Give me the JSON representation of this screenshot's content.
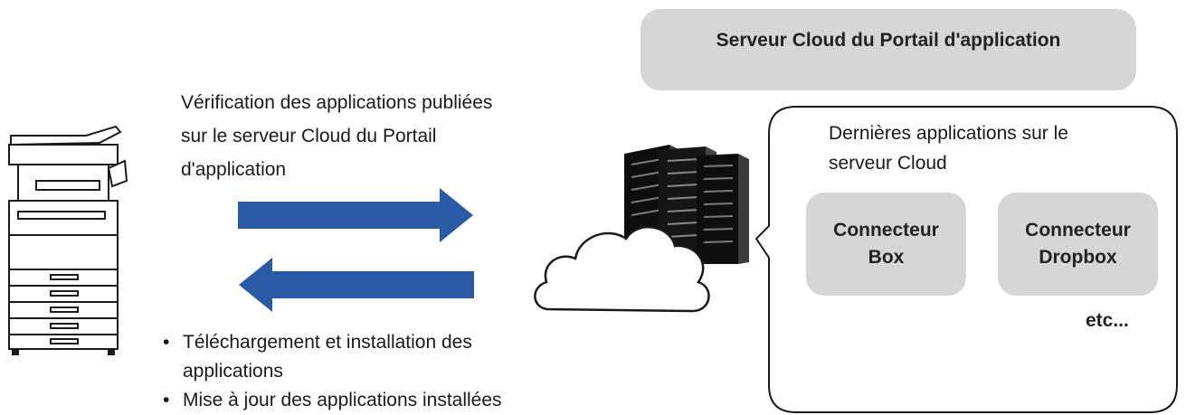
{
  "server": {
    "title": "Serveur Cloud du Portail d'application"
  },
  "check_text": {
    "lines": [
      "Vérification des applications publiées",
      "sur le serveur Cloud du Portail",
      "d'application"
    ]
  },
  "download_list": {
    "items": [
      {
        "bullet": "•",
        "lines": [
          "Téléchargement et installation des",
          "applications"
        ]
      },
      {
        "bullet": "•",
        "lines": [
          "Mise à jour des applications installées"
        ]
      }
    ]
  },
  "callout": {
    "heading_lines": [
      "Dernières applications sur le",
      "serveur Cloud"
    ],
    "apps": [
      {
        "lines": [
          "Connecteur",
          "Box"
        ]
      },
      {
        "lines": [
          "Connecteur",
          "Dropbox"
        ]
      }
    ],
    "etc": "etc..."
  },
  "colors": {
    "arrow": "#2a5aa6",
    "card": "#d6d6d6",
    "outline": "#1a1a1a"
  },
  "icons": {
    "device": "multifunction-printer-icon",
    "cloud": "cloud-server-icon"
  }
}
